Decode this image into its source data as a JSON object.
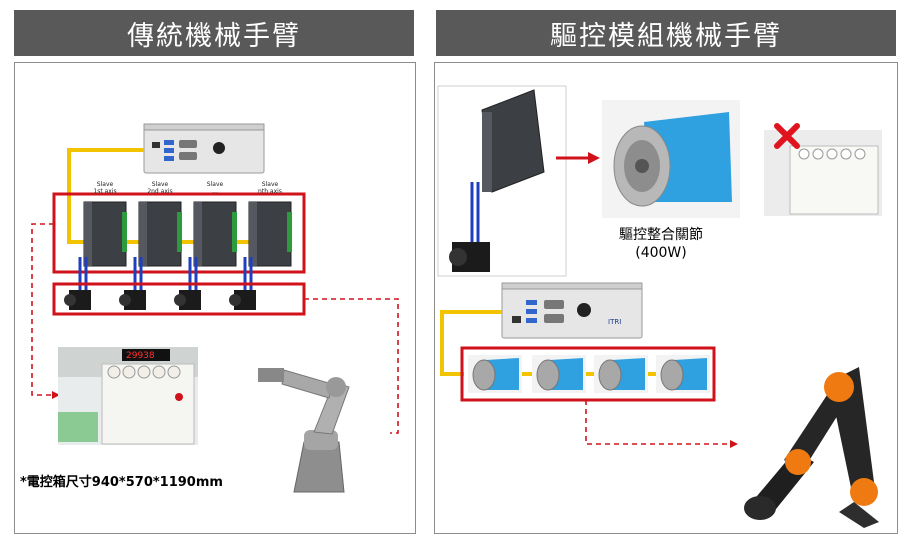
{
  "left": {
    "title": "傳統機械手臂",
    "axis_labels": [
      {
        "top": "Slave",
        "bottom": "1st axis"
      },
      {
        "top": "Slave",
        "bottom": "2nd axis"
      },
      {
        "top": "Slave",
        "bottom": "..."
      },
      {
        "top": "Slave",
        "bottom": "nth axis"
      }
    ],
    "cabinet_display": "29938",
    "note": "*電控箱尺寸940*570*1190mm"
  },
  "right": {
    "title": "驅控模組機械手臂",
    "joint_caption_line1": "驅控整合關節",
    "joint_caption_line2": "(400W)",
    "pc_brand": "ITRI"
  },
  "pc_brand": "ITRI",
  "colors": {
    "header_bg": "#595959",
    "highlight_red": "#d0121b",
    "cable_yellow": "#f2c300",
    "cable_blue": "#1f3fbf",
    "motor_blue": "#2fa0e0",
    "robot_orange": "#f07a12"
  }
}
